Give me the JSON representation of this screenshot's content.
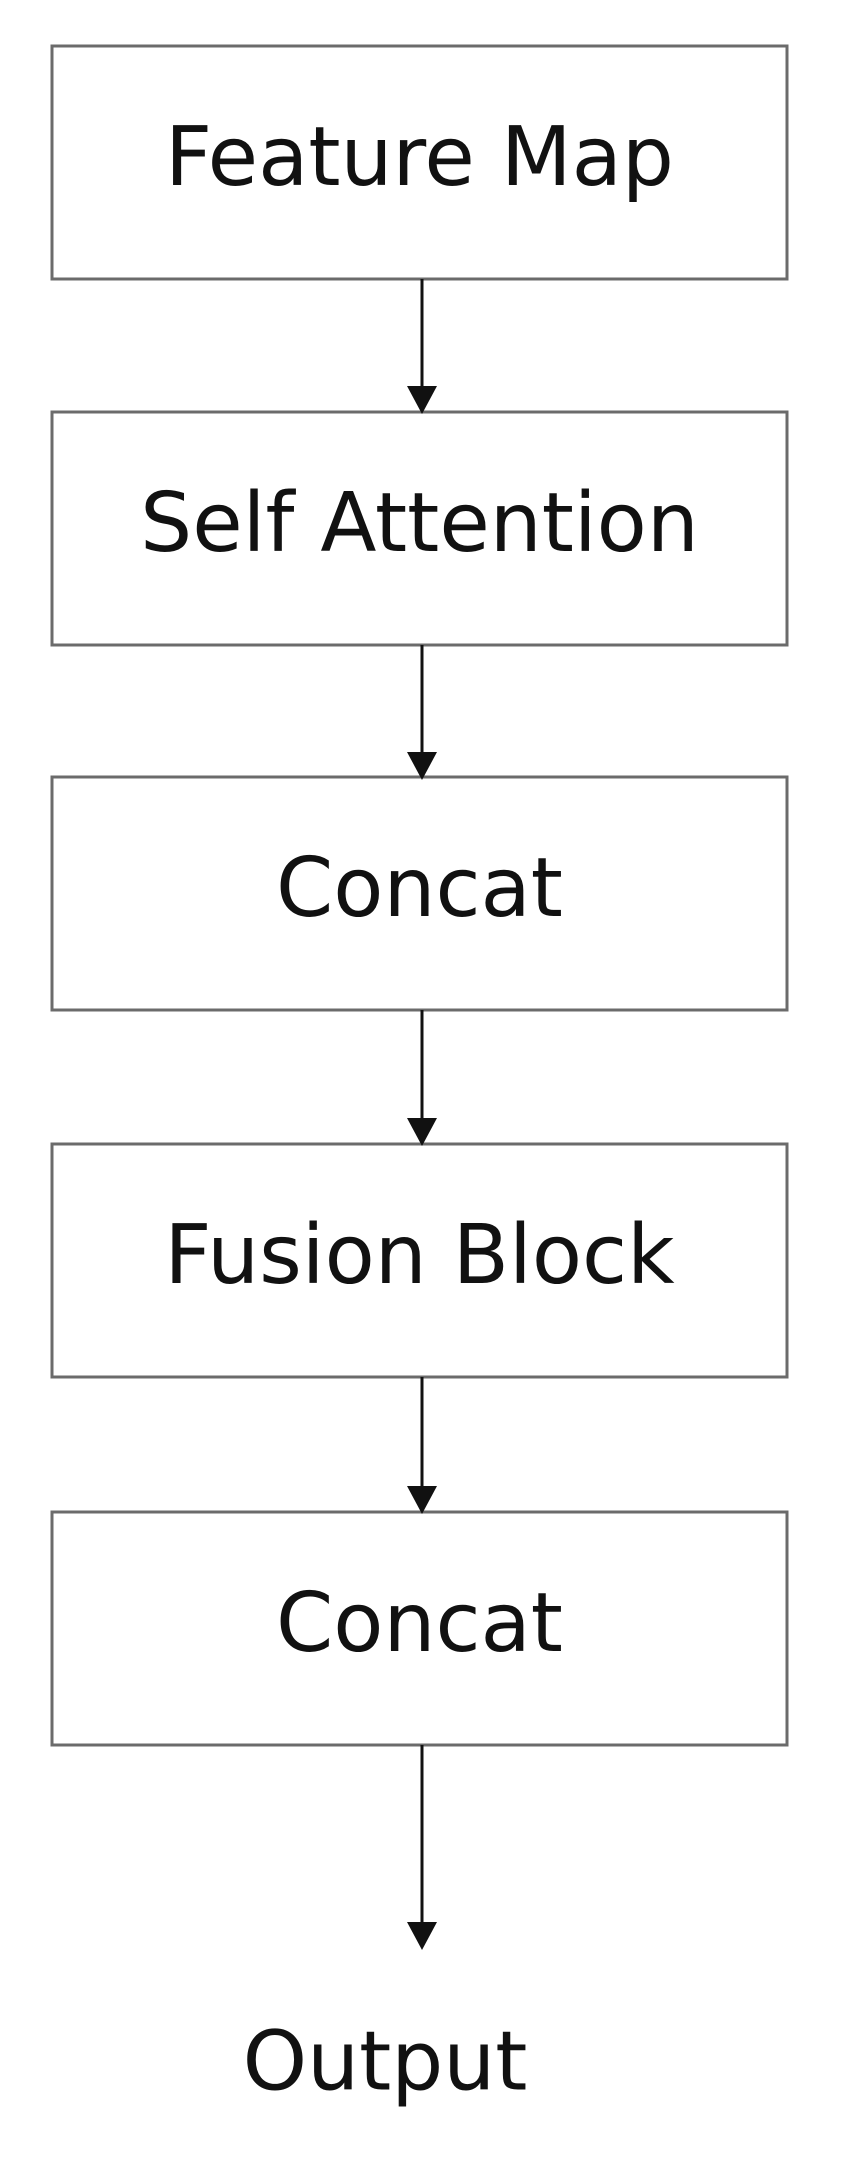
{
  "diagram": {
    "nodes": [
      {
        "id": "feature-map",
        "label": "Feature Map"
      },
      {
        "id": "self-attention",
        "label": "Self Attention"
      },
      {
        "id": "concat-1",
        "label": "Concat"
      },
      {
        "id": "fusion-block",
        "label": "Fusion Block"
      },
      {
        "id": "concat-2",
        "label": "Concat"
      }
    ],
    "output": {
      "label": "Output"
    },
    "edges": [
      {
        "from": "feature-map",
        "to": "self-attention"
      },
      {
        "from": "self-attention",
        "to": "concat-1"
      },
      {
        "from": "concat-1",
        "to": "fusion-block"
      },
      {
        "from": "fusion-block",
        "to": "concat-2"
      },
      {
        "from": "concat-2",
        "to": "output"
      }
    ]
  }
}
